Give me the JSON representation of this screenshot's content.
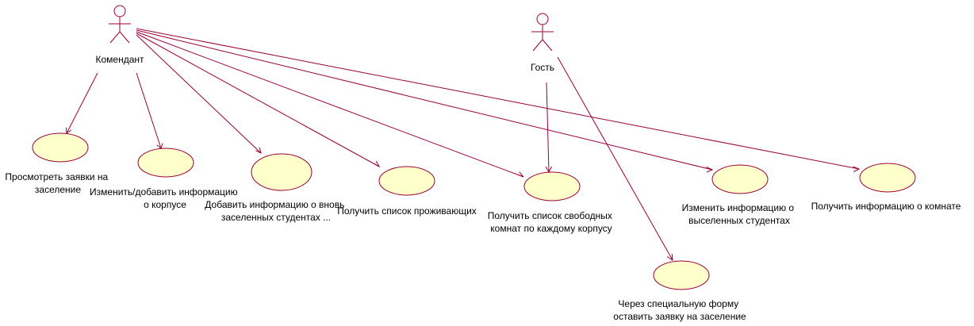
{
  "actors": [
    {
      "id": "komendant",
      "label": "Комендант"
    },
    {
      "id": "gost",
      "label": "Гость"
    }
  ],
  "use_cases": [
    {
      "id": "uc1",
      "lines": [
        "Просмотреть заявки на",
        "заселение"
      ]
    },
    {
      "id": "uc2",
      "lines": [
        "Изменить/добавить информацию",
        "о корпусе"
      ]
    },
    {
      "id": "uc3",
      "lines": [
        "Добавить информацию о вновь",
        "заселенных студентах ..."
      ]
    },
    {
      "id": "uc4",
      "lines": [
        "Получить список проживающих"
      ]
    },
    {
      "id": "uc5",
      "lines": [
        "Получить список свободных",
        "комнат по каждому корпусу"
      ]
    },
    {
      "id": "uc6",
      "lines": [
        "Изменить информацию о",
        "выселенных студентах"
      ]
    },
    {
      "id": "uc7",
      "lines": [
        "Получить информацию о комнате"
      ]
    },
    {
      "id": "uc8",
      "lines": [
        "Через специальную форму",
        "оставить заявку на заселение"
      ]
    }
  ],
  "associations": [
    {
      "from": "komendant",
      "to": "uc1"
    },
    {
      "from": "komendant",
      "to": "uc2"
    },
    {
      "from": "komendant",
      "to": "uc3"
    },
    {
      "from": "komendant",
      "to": "uc4"
    },
    {
      "from": "komendant",
      "to": "uc5"
    },
    {
      "from": "komendant",
      "to": "uc6"
    },
    {
      "from": "komendant",
      "to": "uc7"
    },
    {
      "from": "gost",
      "to": "uc5"
    },
    {
      "from": "gost",
      "to": "uc8"
    }
  ]
}
